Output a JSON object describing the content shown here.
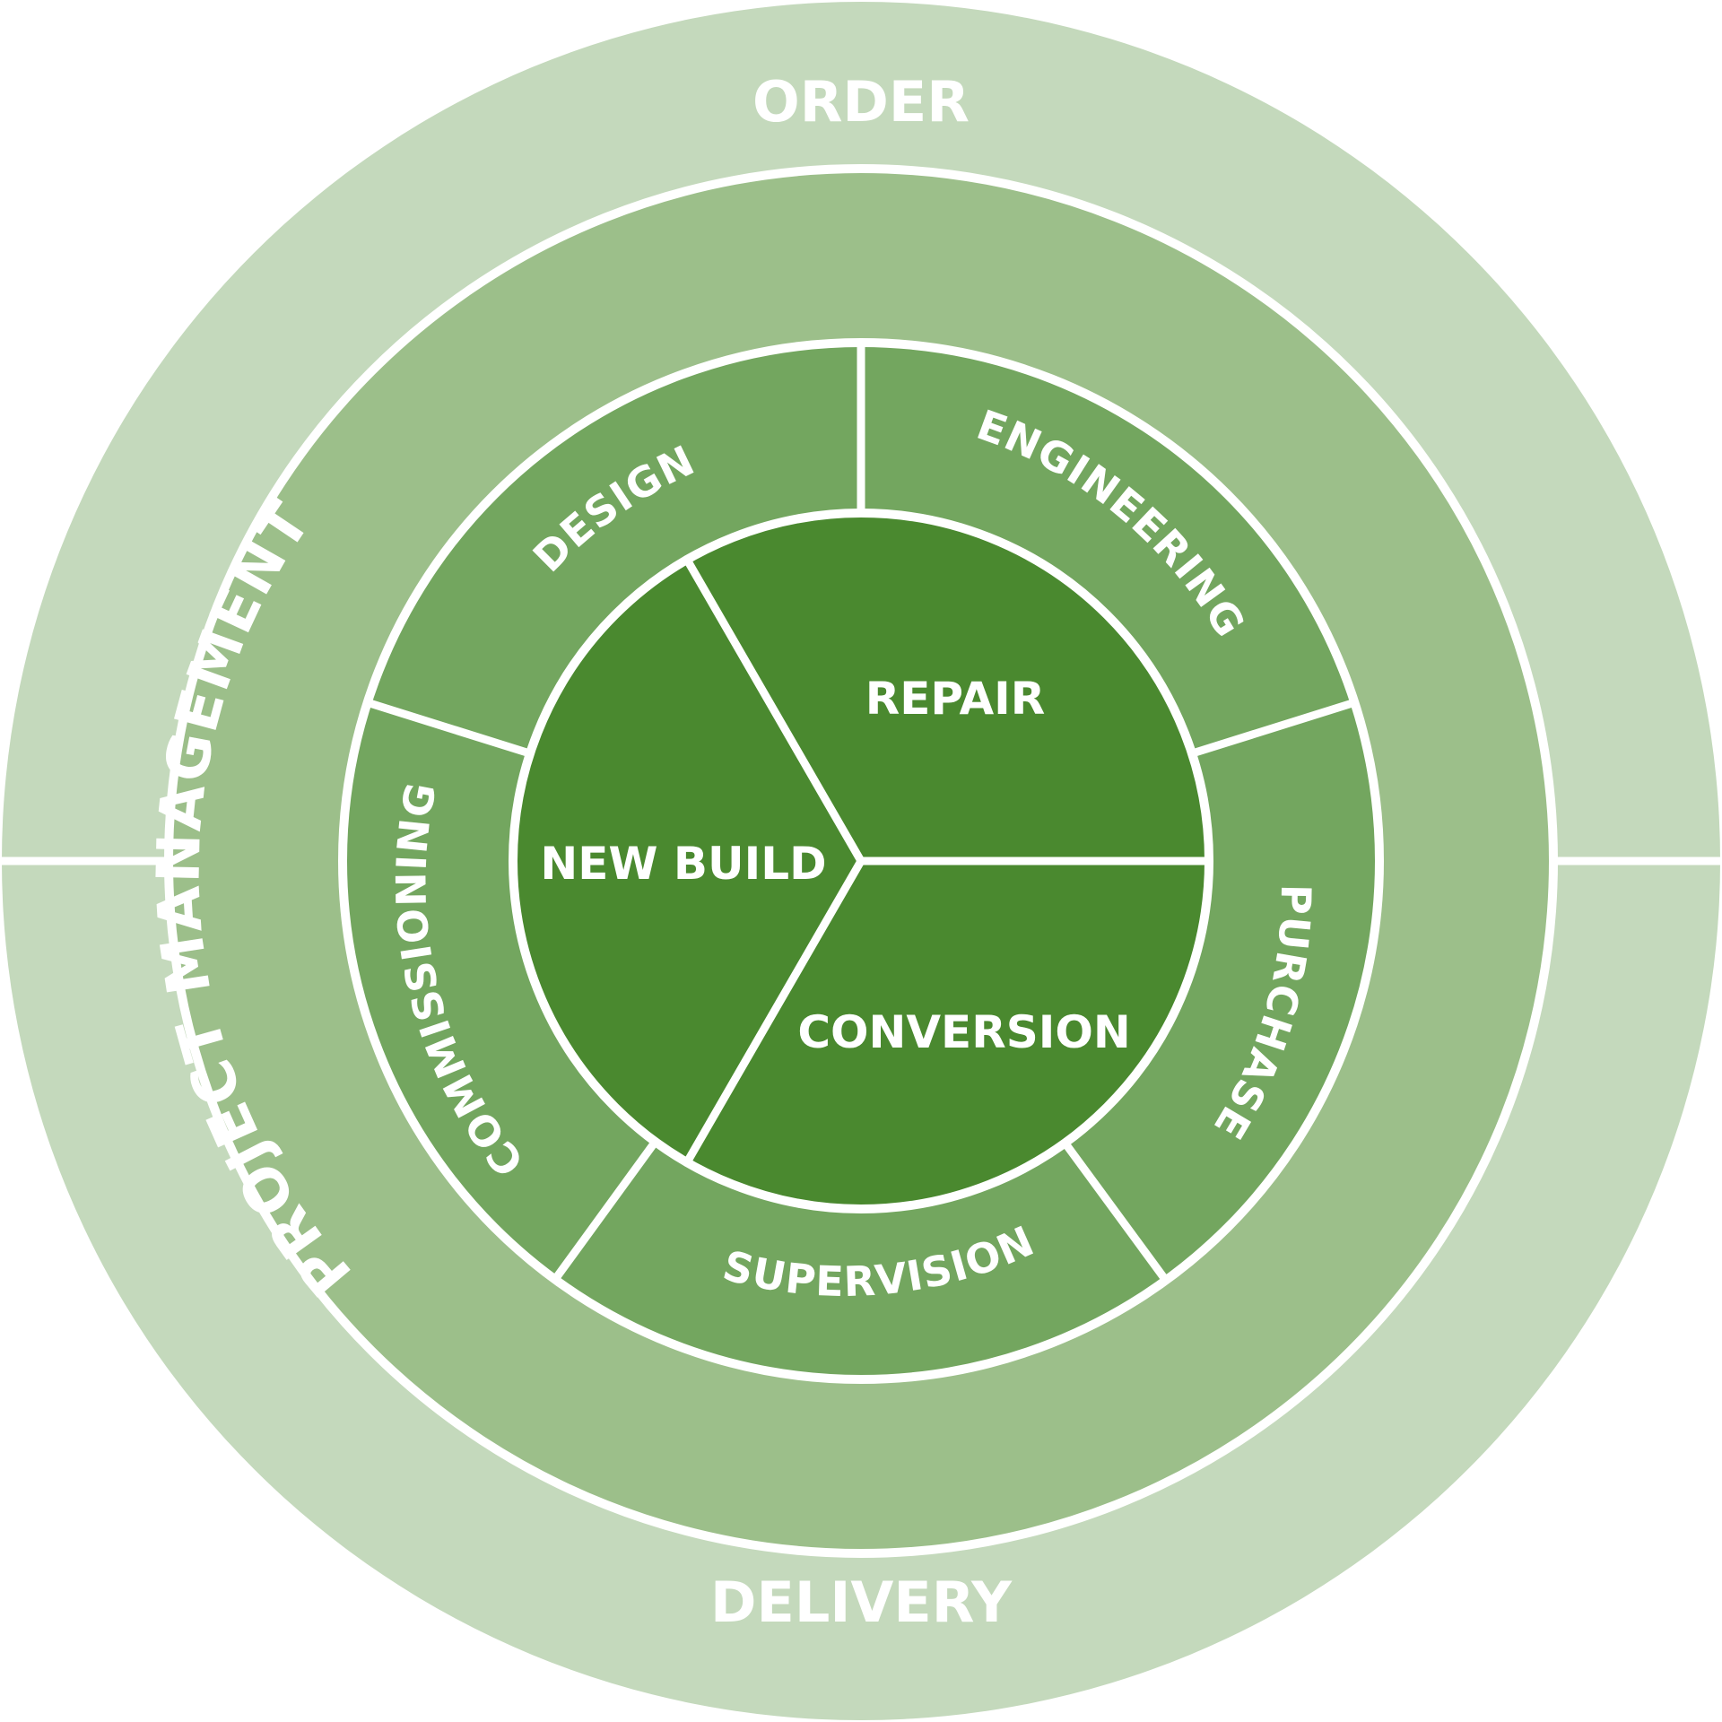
{
  "outer_ring": {
    "top_label": "ORDER",
    "bottom_label": "DELIVERY"
  },
  "middle_ring": {
    "label": "PROJECT MANAGEMENT"
  },
  "process_ring": {
    "design": "DESIGN",
    "engineering": "ENGINEERING",
    "purchase": "PURCHASE",
    "supervision": "SUPERVISION",
    "commissioning": "COMMISSIONING"
  },
  "core": {
    "new_build": "NEW BUILD",
    "repair": "REPAIR",
    "conversion": "CONVERSION"
  },
  "colors": {
    "outer": "#c4d9bc",
    "middle": "#9cbf8a",
    "ring": "#73a65f",
    "core": "#4a892f",
    "line": "#ffffff"
  }
}
